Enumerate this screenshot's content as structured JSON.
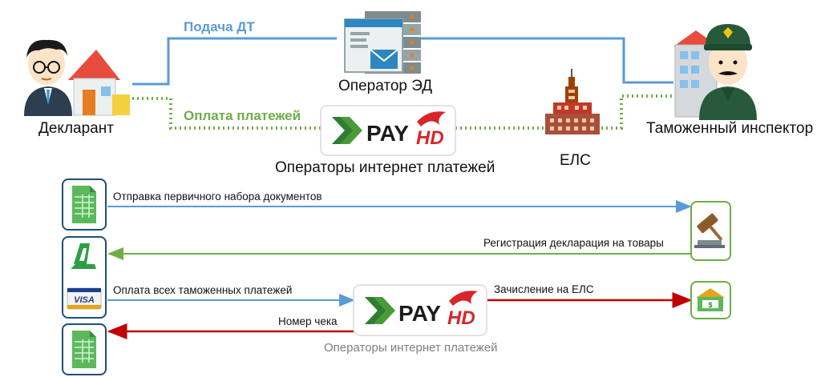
{
  "top": {
    "declarant_label": "Декларант",
    "inspector_label": "Таможенный инспектор",
    "operator_ed_label": "Оператор ЭД",
    "els_label": "ЕЛС",
    "payment_operators_label": "Операторы интернет платежей",
    "flow_submission_label": "Подача ДТ",
    "flow_payment_label": "Оплата платежей"
  },
  "logo": {
    "pay": "PAY",
    "hd": "HD"
  },
  "bottom": {
    "send_docs_label": "Отправка первичного набора документов",
    "registration_label": "Регистрация декларация на товары",
    "pay_all_label": "Оплата всех таможенных платежей",
    "credit_els_label": "Зачисление на ЕЛС",
    "receipt_number_label": "Номер чека",
    "payment_operators_label": "Операторы интернет платежей",
    "visa_text": "VISA"
  },
  "colors": {
    "blue": "#5b9bd5",
    "green": "#70ad47",
    "red": "#c00000",
    "brand_green": "#4a9a3a",
    "brand_red": "#d7262a"
  }
}
